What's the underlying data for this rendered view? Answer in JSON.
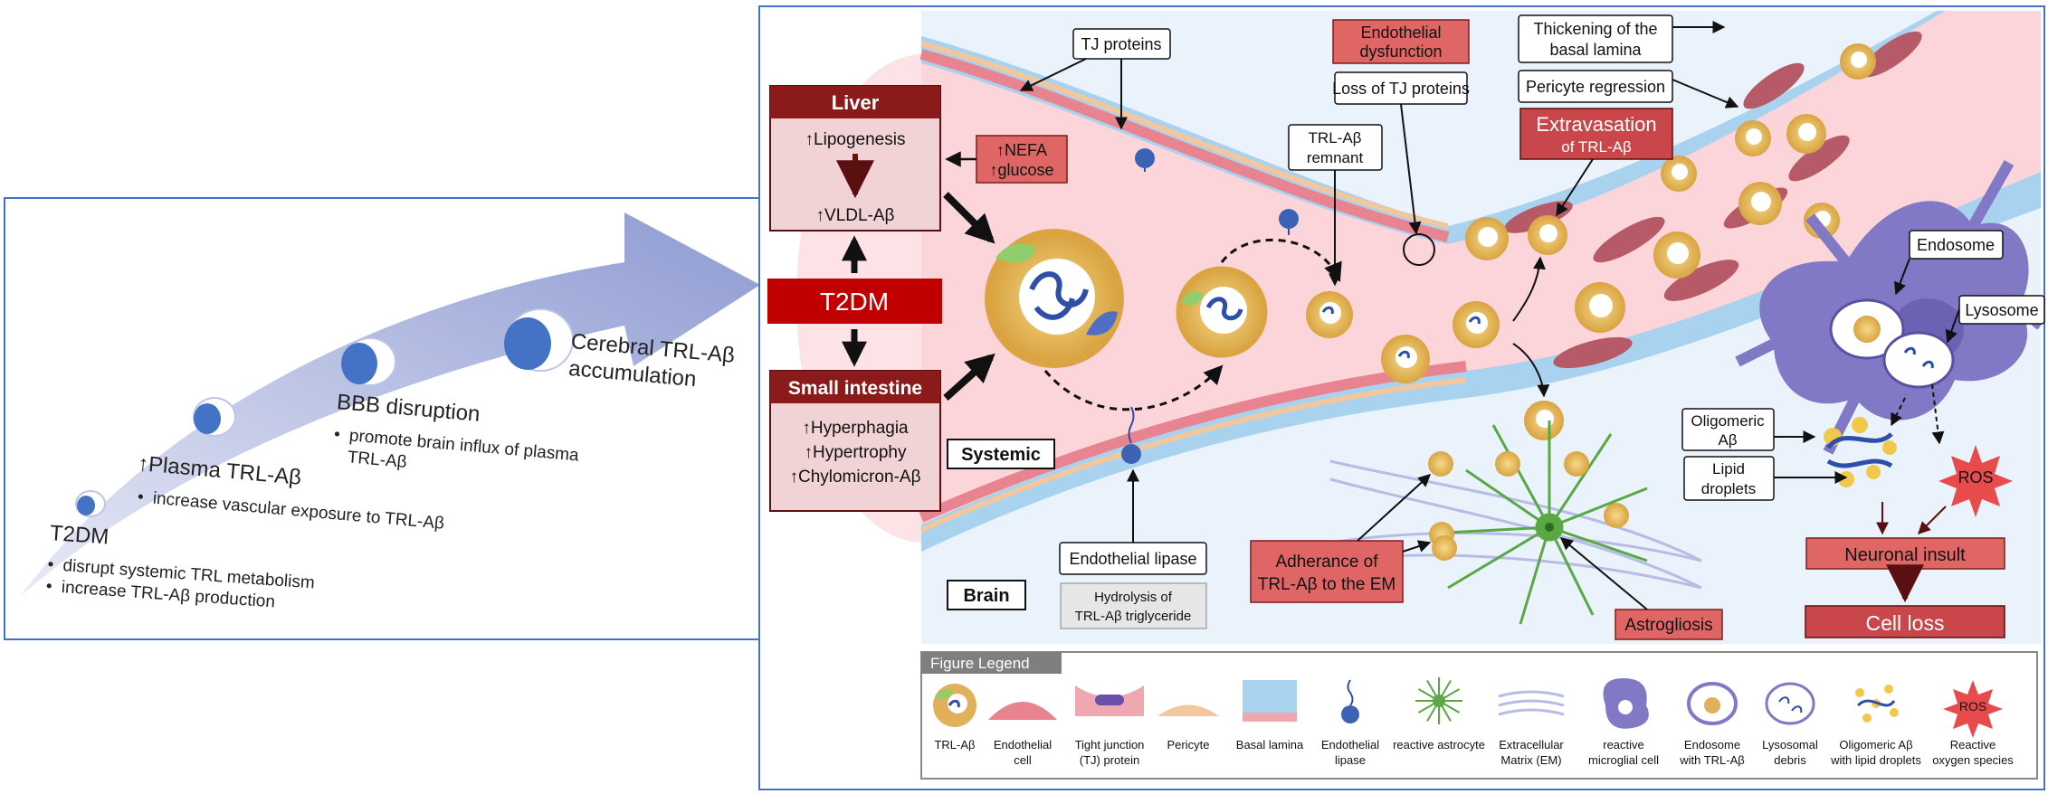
{
  "left_panel": {
    "stages": [
      {
        "title": "T2DM",
        "bullets": [
          "disrupt systemic TRL metabolism",
          "increase TRL-Aβ production"
        ]
      },
      {
        "title": "↑Plasma TRL-Aβ",
        "bullets": [
          "increase vascular exposure to TRL-Aβ"
        ]
      },
      {
        "title": "BBB disruption",
        "bullets": [
          "promote brain influx of plasma",
          "TRL-Aβ"
        ]
      },
      {
        "title": "Cerebral TRL-Aβ",
        "title2": "accumulation",
        "bullets": []
      }
    ]
  },
  "organs": {
    "liver_title": "Liver",
    "liver_items": [
      "↑Lipogenesis",
      "↑VLDL-Aβ"
    ],
    "t2dm": "T2DM",
    "si_title": "Small intestine",
    "si_items": [
      "↑Hyperphagia",
      "↑Hypertrophy",
      "↑Chylomicron-Aβ"
    ],
    "nefa": [
      "↑NEFA",
      "↑glucose"
    ]
  },
  "labels": {
    "tj_proteins": "TJ proteins",
    "endo_dysfunction": [
      "Endothelial",
      "dysfunction"
    ],
    "loss_tj": "Loss of TJ proteins",
    "thickening": [
      "Thickening of the",
      "basal lamina"
    ],
    "pericyte_regression": "Pericyte regression",
    "extravasation": [
      "Extravasation",
      "of TRL-Aβ"
    ],
    "trl_remnant": [
      "TRL-Aβ",
      "remnant"
    ],
    "endosome": "Endosome",
    "lysosome": "Lysosome",
    "oligomeric": [
      "Oligomeric",
      "Aβ"
    ],
    "lipid_droplets": [
      "Lipid",
      "droplets"
    ],
    "ros": "ROS",
    "neuronal_insult": "Neuronal insult",
    "cell_loss": "Cell loss",
    "systemic": "Systemic",
    "brain": "Brain",
    "endothelial_lipase": "Endothelial lipase",
    "hydrolysis": [
      "Hydrolysis of",
      "TRL-Aβ triglyceride"
    ],
    "adherance": [
      "Adherance of",
      "TRL-Aβ to the EM"
    ],
    "astrogliosis": "Astrogliosis"
  },
  "legend": {
    "title": "Figure Legend",
    "items": [
      {
        "icon": "trl-abeta-icon",
        "lines": [
          "TRL-Aβ"
        ]
      },
      {
        "icon": "endothelial-cell-icon",
        "lines": [
          "Endothelial",
          "cell"
        ]
      },
      {
        "icon": "tight-junction-icon",
        "lines": [
          "Tight junction",
          "(TJ)  protein"
        ]
      },
      {
        "icon": "pericyte-icon",
        "lines": [
          "Pericyte"
        ]
      },
      {
        "icon": "basal-lamina-icon",
        "lines": [
          "Basal lamina"
        ]
      },
      {
        "icon": "endothelial-lipase-icon",
        "lines": [
          "Endothelial",
          "lipase"
        ]
      },
      {
        "icon": "reactive-astrocyte-icon",
        "lines": [
          "reactive astrocyte"
        ]
      },
      {
        "icon": "extracellular-matrix-icon",
        "lines": [
          "Extracellular",
          "Matrix (EM)"
        ]
      },
      {
        "icon": "microglial-cell-icon",
        "lines": [
          "reactive",
          "microglial cell"
        ]
      },
      {
        "icon": "endosome-icon",
        "lines": [
          "Endosome",
          "with TRL-Aβ"
        ]
      },
      {
        "icon": "lysosomal-debris-icon",
        "lines": [
          "Lysosomal",
          "debris"
        ]
      },
      {
        "icon": "oligomeric-abeta-icon",
        "lines": [
          "Oligomeric Aβ",
          "with lipid droplets"
        ]
      },
      {
        "icon": "ros-icon",
        "lines": [
          "Reactive",
          "oxygen species"
        ]
      }
    ]
  },
  "colors": {
    "dark_red": "#8b1a1a",
    "bright_red": "#c00000",
    "light_red_box": "#e06666",
    "arrow_purple": "#8e9bd2",
    "vessel_pink": "#f4a6b0",
    "lumen_blue": "#cfe6f5"
  }
}
